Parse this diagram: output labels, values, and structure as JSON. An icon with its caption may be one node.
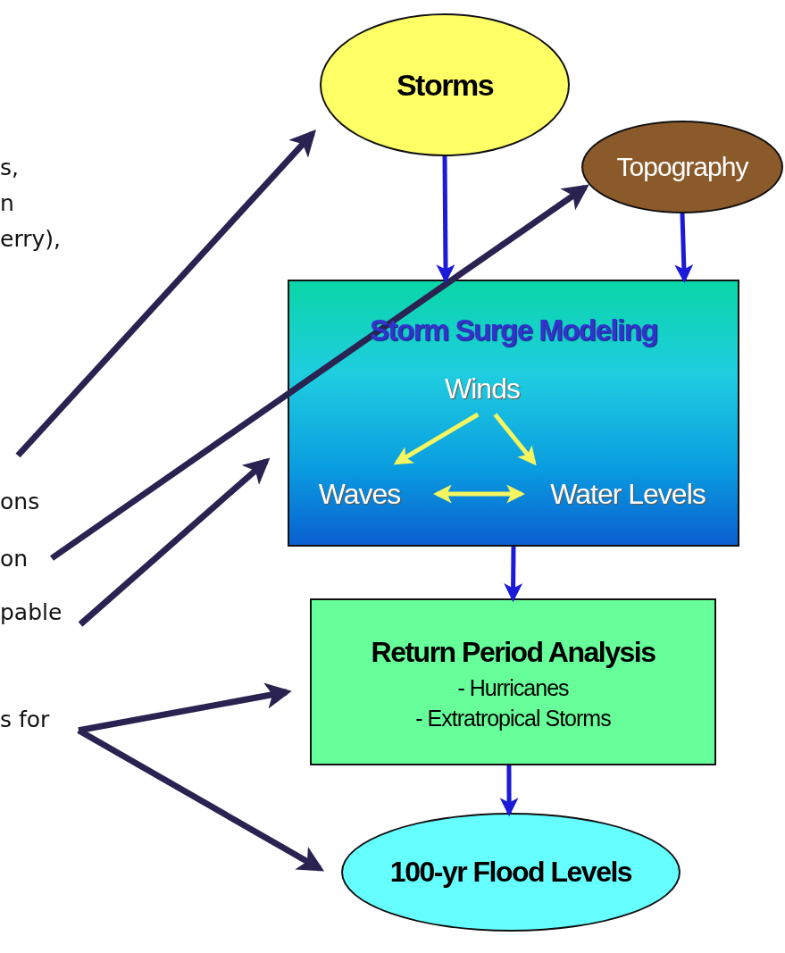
{
  "diagram": {
    "nodes": [
      {
        "text": [
          "Storms"
        ]
      },
      {
        "text": [
          "Topography"
        ]
      },
      {
        "text": [
          "Storm Surge Modeling"
        ]
      },
      {
        "text": [
          "Winds"
        ],
        "in": 2
      },
      {
        "text": [
          "Waves"
        ],
        "in": 2
      },
      {
        "text": [
          "Water Levels"
        ],
        "in": 2
      },
      {
        "text": [
          "Return Period Analysis",
          "- Hurricanes",
          "- Extratropical Storms"
        ]
      },
      {
        "text": [
          "100-yr Flood Levels"
        ]
      },
      {
        "text": [
          "on"
        ]
      },
      {
        "text": [
          "pable"
        ]
      },
      {
        "text": [
          "s for"
        ]
      }
    ],
    "edges": [
      {
        "from": null,
        "to": 0,
        "arrow": "to"
      },
      {
        "from": 8,
        "to": 1,
        "arrow": "to"
      },
      {
        "from": 9,
        "to": 2,
        "arrow": "to"
      },
      {
        "from": 10,
        "to": 6,
        "arrow": "to"
      },
      {
        "from": 10,
        "to": 7,
        "arrow": "to"
      },
      {
        "from": 0,
        "to": 2,
        "arrow": "to",
        "color": "#1a1ad8"
      },
      {
        "from": 1,
        "to": 2,
        "arrow": "to",
        "color": "#1a1ad8"
      },
      {
        "from": 3,
        "to": 4,
        "arrow": "to",
        "color": "#f5f560"
      },
      {
        "from": 3,
        "to": 5,
        "arrow": "to",
        "color": "#f5f560"
      },
      {
        "from": 4,
        "to": 5,
        "arrow": "both",
        "color": "#f5f560"
      },
      {
        "from": 2,
        "to": 6,
        "arrow": "to",
        "color": "#1a1ad8"
      },
      {
        "from": 6,
        "to": 7,
        "arrow": "to",
        "color": "#1a1ad8"
      }
    ],
    "labels": [
      "s, n erry),",
      "ons"
    ]
  }
}
